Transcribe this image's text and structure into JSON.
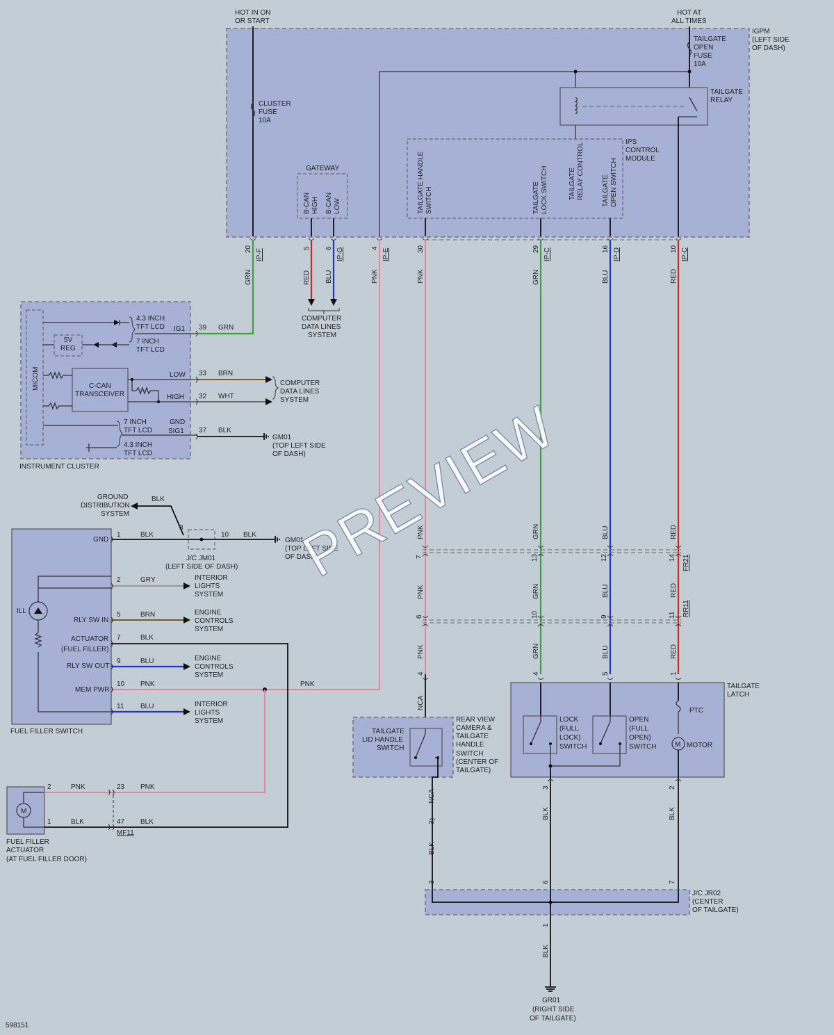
{
  "power": {
    "hot_on_start": [
      "HOT IN ON",
      "OR START"
    ],
    "hot_all_times": [
      "HOT AT",
      "ALL TIMES"
    ]
  },
  "igpm": {
    "label": [
      "IGPM",
      "(LEFT SIDE",
      "OF DASH)"
    ],
    "cluster_fuse": [
      "CLUSTER",
      "FUSE",
      "10A"
    ],
    "tailgate_fuse": [
      "TAILGATE",
      "OPEN",
      "FUSE",
      "10A"
    ],
    "tailgate_relay": [
      "TAILGATE",
      "RELAY"
    ],
    "gateway": "GATEWAY",
    "bcan_high": [
      "B-CAN",
      "HIGH"
    ],
    "bcan_low": [
      "B-CAN",
      "LOW"
    ],
    "ips_module": [
      "IPS",
      "CONTROL",
      "MODULE"
    ],
    "ips_pins": {
      "handle": [
        "TAILGATE HANDLE",
        "SWITCH"
      ],
      "lock": [
        "TAILGATE",
        "LOCK SWITCH"
      ],
      "relay": [
        "TAILGATE",
        "RELAY CONTROL"
      ],
      "open": [
        "TAILGATE",
        "OPEN SWITCH"
      ]
    }
  },
  "igpm_pins": [
    {
      "pin": "20",
      "conn": "IP-F",
      "wire": "GRN"
    },
    {
      "pin": "5",
      "conn": "",
      "wire": "RED"
    },
    {
      "pin": "6",
      "conn": "IP-G",
      "wire": "BLU"
    },
    {
      "pin": "4",
      "conn": "IP-E",
      "wire": "PNK"
    },
    {
      "pin": "30",
      "conn": "",
      "wire": "PNK"
    },
    {
      "pin": "29",
      "conn": "IP-C",
      "wire": "GRN"
    },
    {
      "pin": "16",
      "conn": "IP-D",
      "wire": "BLU"
    },
    {
      "pin": "10",
      "conn": "IP-C",
      "wire": "RED"
    }
  ],
  "computer_data_lines": [
    "COMPUTER",
    "DATA LINES",
    "SYSTEM"
  ],
  "instrument_cluster": {
    "label": "INSTRUMENT CLUSTER",
    "micom": "MICOM",
    "lcd43": [
      "4.3 INCH",
      "TFT LCD"
    ],
    "lcd7": [
      "7 INCH",
      "TFT LCD"
    ],
    "reg": [
      "5V",
      "REG"
    ],
    "transceiver": [
      "C-CAN",
      "TRANSCEIVER"
    ],
    "pins": [
      {
        "name": "IG1",
        "pin": "39",
        "wire": "GRN"
      },
      {
        "name": "LOW",
        "pin": "33",
        "wire": "BRN"
      },
      {
        "name": "HIGH",
        "pin": "32",
        "wire": "WHT"
      },
      {
        "name": "GND",
        "name2": "SIG1",
        "pin": "37",
        "wire": "BLK"
      }
    ],
    "ground": [
      "GM01",
      "(TOP LEFT SIDE",
      "OF DASH)"
    ]
  },
  "ground_dist": {
    "label": [
      "GROUND",
      "DISTRIBUTION",
      "SYSTEM"
    ],
    "wire": "BLK",
    "pin": "3",
    "jc": [
      "J/C JM01",
      "(LEFT SIDE OF DASH)"
    ],
    "pin_out": "10",
    "wire_out": "BLK",
    "gnd": [
      "GM01",
      "(TOP LEFT SIDE",
      "OF DASH)"
    ]
  },
  "fuel_filler_switch": {
    "label": "FUEL FILLER SWITCH",
    "ill": "ILL",
    "pins": [
      {
        "name": "GND",
        "pin": "1",
        "wire": "BLK"
      },
      {
        "name": "",
        "pin": "2",
        "wire": "GRY",
        "dest": [
          "INTERIOR",
          "LIGHTS",
          "SYSTEM"
        ]
      },
      {
        "name": "RLY SW IN",
        "pin": "5",
        "wire": "BRN",
        "dest": [
          "ENGINE",
          "CONTROLS",
          "SYSTEM"
        ]
      },
      {
        "name": "ACTUATOR",
        "name2": "(FUEL FILLER)",
        "pin": "7",
        "wire": "BLK"
      },
      {
        "name": "RLY SW OUT",
        "pin": "9",
        "wire": "BLU",
        "dest": [
          "ENGINE",
          "CONTROLS",
          "SYSTEM"
        ]
      },
      {
        "name": "MEM PWR",
        "pin": "10",
        "wire": "PNK"
      },
      {
        "name": "",
        "pin": "11",
        "wire": "BLU",
        "dest": [
          "INTERIOR",
          "LIGHTS",
          "SYSTEM"
        ]
      }
    ],
    "pnk_right": "PNK"
  },
  "fuel_actuator": {
    "label": [
      "FUEL FILLER",
      "ACTUATOR",
      "(AT FUEL FILLER DOOR)"
    ],
    "motor": "M",
    "pins": [
      {
        "pin": "2",
        "wire": "PNK",
        "pin2": "23",
        "wire2": "PNK"
      },
      {
        "pin": "1",
        "wire": "BLK",
        "pin2": "47",
        "wire2": "BLK"
      }
    ],
    "conn": "MF11"
  },
  "fr21": {
    "conn": "FR21",
    "pins": [
      "7",
      "13",
      "12",
      "14"
    ],
    "wires_above": [
      "PNK",
      "GRN",
      "BLU",
      "RED"
    ]
  },
  "rr11": {
    "conn": "RR11",
    "pins": [
      "6",
      "10",
      "9",
      "11"
    ],
    "wires_above": [
      "PNK",
      "GRN",
      "BLU",
      "RED"
    ],
    "wires_below": [
      "PNK",
      "GRN",
      "BLU",
      "RED"
    ]
  },
  "handle_switch": {
    "label": [
      "TAILGATE",
      "LID HANDLE",
      "SWITCH"
    ],
    "label2": [
      "REAR VIEW",
      "CAMERA &",
      "TAILGATE",
      "HANDLE",
      "SWITCH",
      "(CENTER OF",
      "TAILGATE)"
    ],
    "pin_in": "4",
    "wire_in": "NCA",
    "wire_out": "NCA",
    "pin_out": "3",
    "wire_out2": "BLK"
  },
  "tailgate_latch": {
    "label": [
      "TAILGATE",
      "LATCH"
    ],
    "lock_sw": [
      "LOCK",
      "(FULL",
      "LOCK)",
      "SWITCH"
    ],
    "open_sw": [
      "OPEN",
      "(FULL",
      "OPEN)",
      "SWITCH"
    ],
    "ptc": "PTC",
    "motor": "MOTOR",
    "motor_symbol": "M",
    "pins_in": [
      "4",
      "5",
      "1"
    ],
    "pin_out_gnd": "3",
    "pin_out_motor": "2",
    "wire_out": "BLK"
  },
  "jr02": {
    "label": [
      "J/C JR02",
      "(CENTER",
      "OF TAILGATE)"
    ],
    "pins_top": [
      "3",
      "6",
      "7"
    ],
    "pin_bottom": "1",
    "wire_bottom": "BLK"
  },
  "gr01": [
    "GR01",
    "(RIGHT SIDE",
    "OF TAILGATE)"
  ],
  "figure_id": "598151",
  "watermark": "PREVIEW"
}
